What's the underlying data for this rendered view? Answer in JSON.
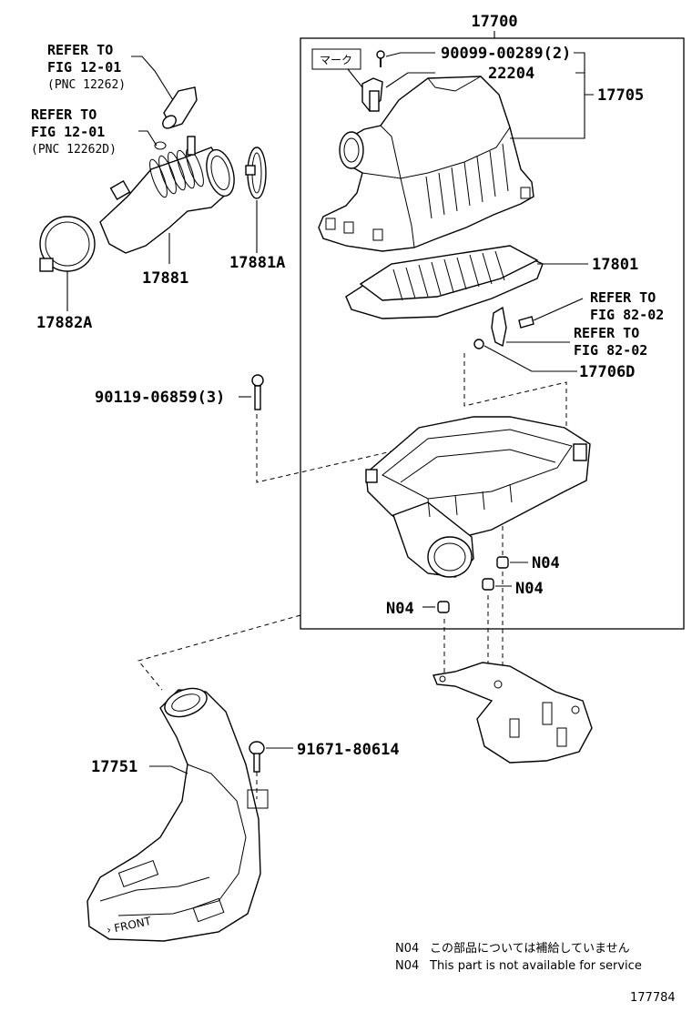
{
  "assembly_number": "17700",
  "mark_label": "マーク",
  "parts": {
    "screw_90099": "90099-00289(2)",
    "sensor_22204": "22204",
    "cap_17705": "17705",
    "element_17801": "17801",
    "bracket_17706d": "17706D",
    "bolt_90119": "90119-06859(3)",
    "hose_17881": "17881",
    "clamp_17881a": "17881A",
    "clamp_17882a": "17882A",
    "n04_a": "N04",
    "n04_b": "N04",
    "n04_c": "N04",
    "duct_17751": "17751",
    "clip_91671": "91671-80614"
  },
  "references": [
    {
      "line1": "REFER TO",
      "line2": "FIG 12-01",
      "line3": "(PNC 12262)"
    },
    {
      "line1": "REFER TO",
      "line2": "FIG 12-01",
      "line3": "(PNC 12262D)"
    },
    {
      "line1": "REFER TO",
      "line2": "FIG 82-02"
    },
    {
      "line1": "REFER TO",
      "line2": "FIG 82-02"
    }
  ],
  "notes": [
    {
      "code": "N04",
      "text": "この部品については補給していません"
    },
    {
      "code": "N04",
      "text": "This part is not available for service"
    }
  ],
  "figure_id": "177784"
}
